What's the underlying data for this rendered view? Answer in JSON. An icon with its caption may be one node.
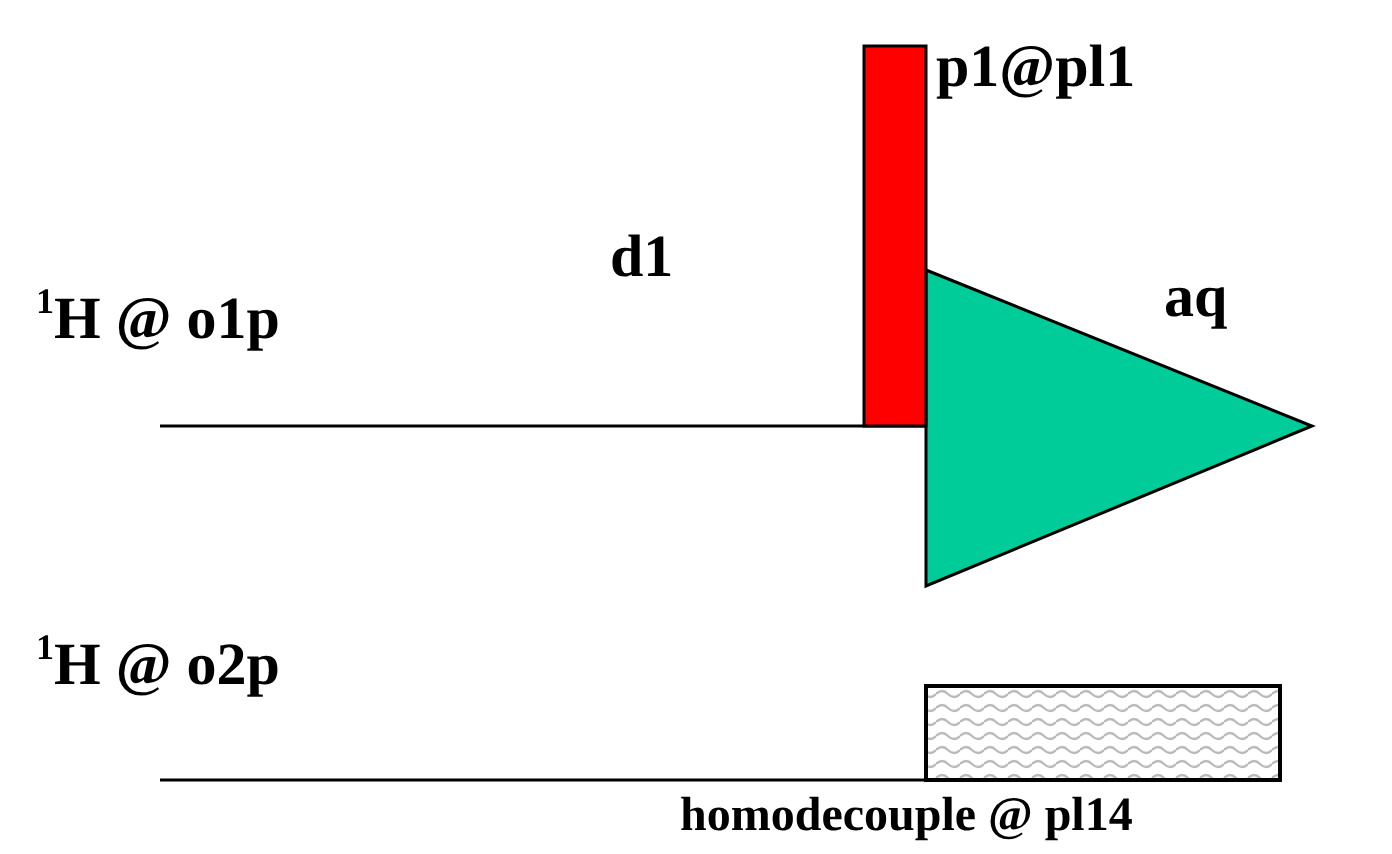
{
  "diagram": {
    "labels": [
      "$^{1}$H @ o1p",
      "d1",
      "p1@pl1",
      "aq",
      "$^{1}$H @ o2p",
      "homodecouple @ pl14"
    ]
  }
}
